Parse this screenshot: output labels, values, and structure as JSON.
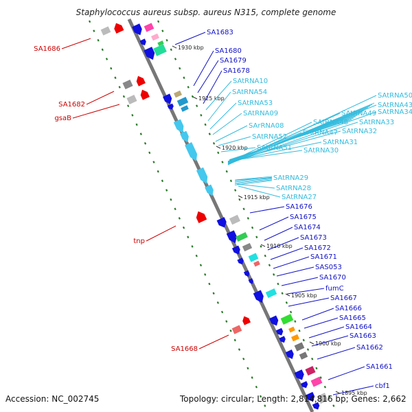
{
  "title": "Staphylococcus aureus subsp. aureus N315, complete genome",
  "footer": {
    "accession": "Accession: NC_002745",
    "topology": "Topology: circular; Length: 2,814,816 bp; Genes: 2,662"
  },
  "colors": {
    "forward_gene": "#1010e0",
    "reverse_gene": "#ee0000",
    "rna": "#44c8ee",
    "forward_label": "#1010c8",
    "reverse_label": "#cc0000",
    "rna_label": "#33bbdd",
    "backbone": "#777777",
    "dots": "#2a7a2a",
    "rect_palette": [
      "#bbbbbb",
      "#ff44aa",
      "#ffaacc",
      "#22dd99",
      "#bba877",
      "#2299cc",
      "#33cc55",
      "#888888",
      "#22e0e0",
      "#ee6666",
      "#33dd33",
      "#ff9900",
      "#777777",
      "#cc2266"
    ]
  },
  "ticks": [
    {
      "kbp": 1930,
      "label": "1930 kbp"
    },
    {
      "kbp": 1925,
      "label": "1925 kbp"
    },
    {
      "kbp": 1920,
      "label": "1920 kbp"
    },
    {
      "kbp": 1915,
      "label": "1915 kbp"
    },
    {
      "kbp": 1910,
      "label": "1910 kbp"
    },
    {
      "kbp": 1905,
      "label": "1905 kbp"
    },
    {
      "kbp": 1900,
      "label": "1900 kbp"
    },
    {
      "kbp": 1895,
      "label": "1895 kbp"
    }
  ],
  "labels_right_forward": [
    "SA1683",
    "SA1680",
    "SA1679",
    "SA1678",
    "SA1676",
    "SA1675",
    "SA1674",
    "SA1673",
    "SA1672",
    "SA1671",
    "SAS053",
    "SA1670",
    "fumC",
    "SA1667",
    "SA1666",
    "SA1665",
    "SA1664",
    "SA1663",
    "SA1662",
    "SA1661",
    "cbf1"
  ],
  "labels_rna_upper": [
    "SAtRNA10",
    "SAtRNA54",
    "SAtRNA53",
    "SAtRNA09",
    "SArRNA08",
    "SAtRNA52",
    "SAtRNA51"
  ],
  "labels_rna_far": [
    "SAtRNA50",
    "SAtRNA43",
    "SAtRNA34",
    "SAtRNA49",
    "SAtRNA33",
    "SAtRNA48",
    "SAtRNA47",
    "SAtRNA32",
    "SAtRNA31",
    "SAtRNA30"
  ],
  "labels_rna_lower": [
    "SAtRNA29",
    "SAtRNA28",
    "SAtRNA27"
  ],
  "labels_left_reverse": [
    "SA1686",
    "SA1682",
    "gsaB",
    "tnp",
    "SA1668"
  ]
}
